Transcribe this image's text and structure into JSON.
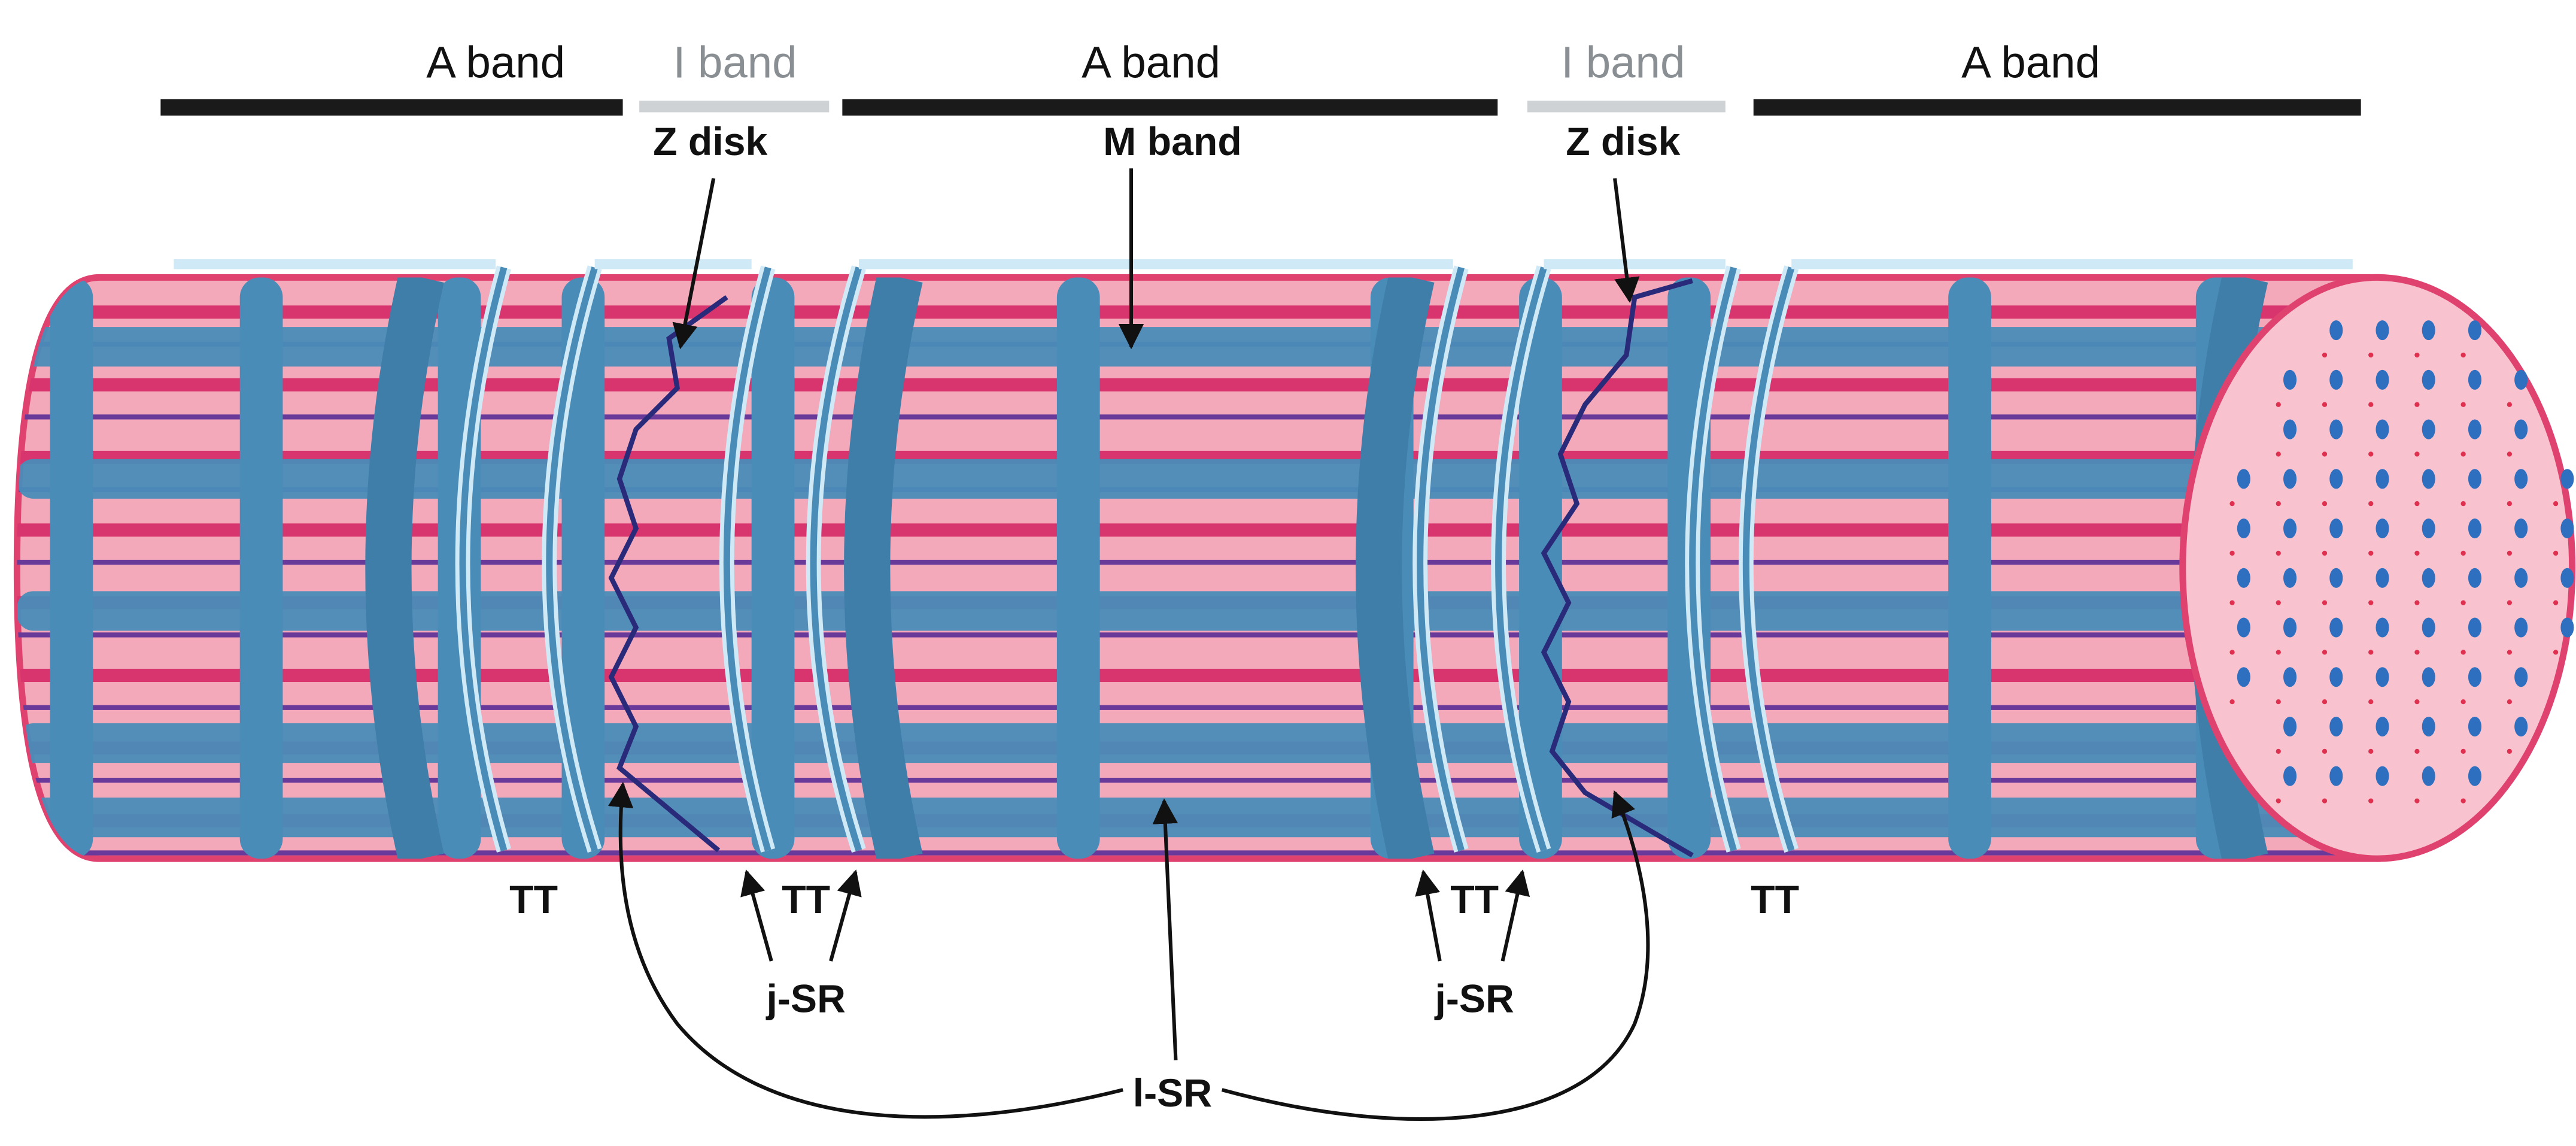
{
  "bands": [
    {
      "label": "A band",
      "kind": "A"
    },
    {
      "label": "I band",
      "kind": "I"
    },
    {
      "label": "A band",
      "kind": "A"
    },
    {
      "label": "I band",
      "kind": "I"
    },
    {
      "label": "A band",
      "kind": "A"
    }
  ],
  "structures": {
    "z_disk_left": "Z disk",
    "m_band": "M band",
    "z_disk_right": "Z disk"
  },
  "tubules": {
    "tt": [
      "TT",
      "TT",
      "TT",
      "TT"
    ],
    "jsr": [
      "j-SR",
      "j-SR"
    ],
    "lsr": "l-SR"
  },
  "colors": {
    "cytoplasm": "#f4a9ba",
    "myofilament": "#d8346d",
    "sr": "#4a8cb8",
    "tt_outline": "#cfeaf6",
    "a_band_bar": "#1a1a1a",
    "i_band_bar": "#cfd2d4",
    "i_band_text": "#8a8f94"
  }
}
